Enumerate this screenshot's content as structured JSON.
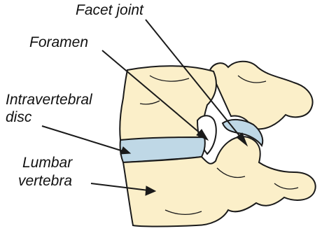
{
  "diagram": {
    "labels": {
      "facet_joint": "Facet joint",
      "foramen": "Foramen",
      "disc_line1": "Intravertebral",
      "disc_line2": "disc",
      "vertebra_line1": "Lumbar",
      "vertebra_line2": "vertebra"
    },
    "colors": {
      "bone": "#fbefc9",
      "disc": "#bfd8e6",
      "outline": "#1a1a1a"
    }
  }
}
